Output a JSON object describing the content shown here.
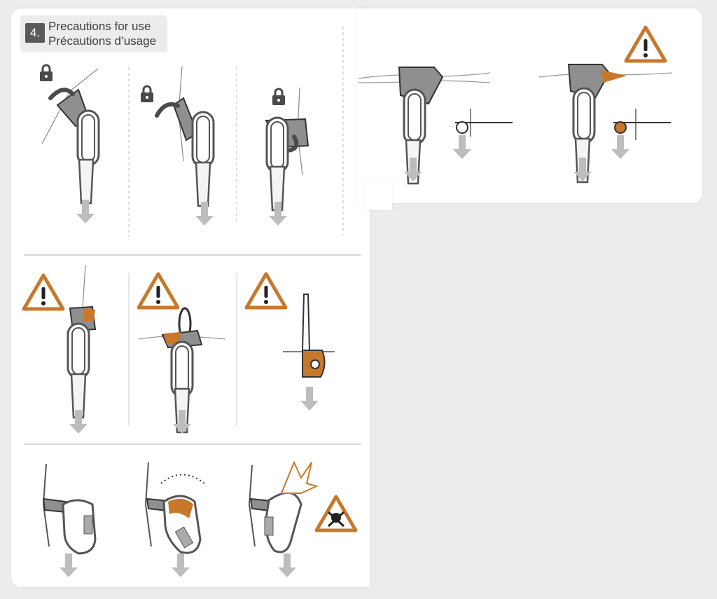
{
  "header": {
    "step_number": "4.",
    "title_en": "Precautions for use",
    "title_fr": "Précautions d’usage"
  },
  "panels": [
    {
      "id": "lock-sequence",
      "icons": [
        "lock-icon",
        "lock-icon",
        "lock-icon"
      ]
    },
    {
      "id": "load-direction",
      "icons": [
        "warning-icon"
      ]
    },
    {
      "id": "side-load-warnings",
      "icons": [
        "warning-icon",
        "warning-icon",
        "warning-icon"
      ]
    },
    {
      "id": "carabiner-warnings",
      "icons": [
        "danger-skull-icon"
      ]
    }
  ],
  "colors": {
    "warning": "#c8782a",
    "metal": "#8f8f8f",
    "dark": "#4a4a4a",
    "arrow": "#b9b9b9"
  }
}
